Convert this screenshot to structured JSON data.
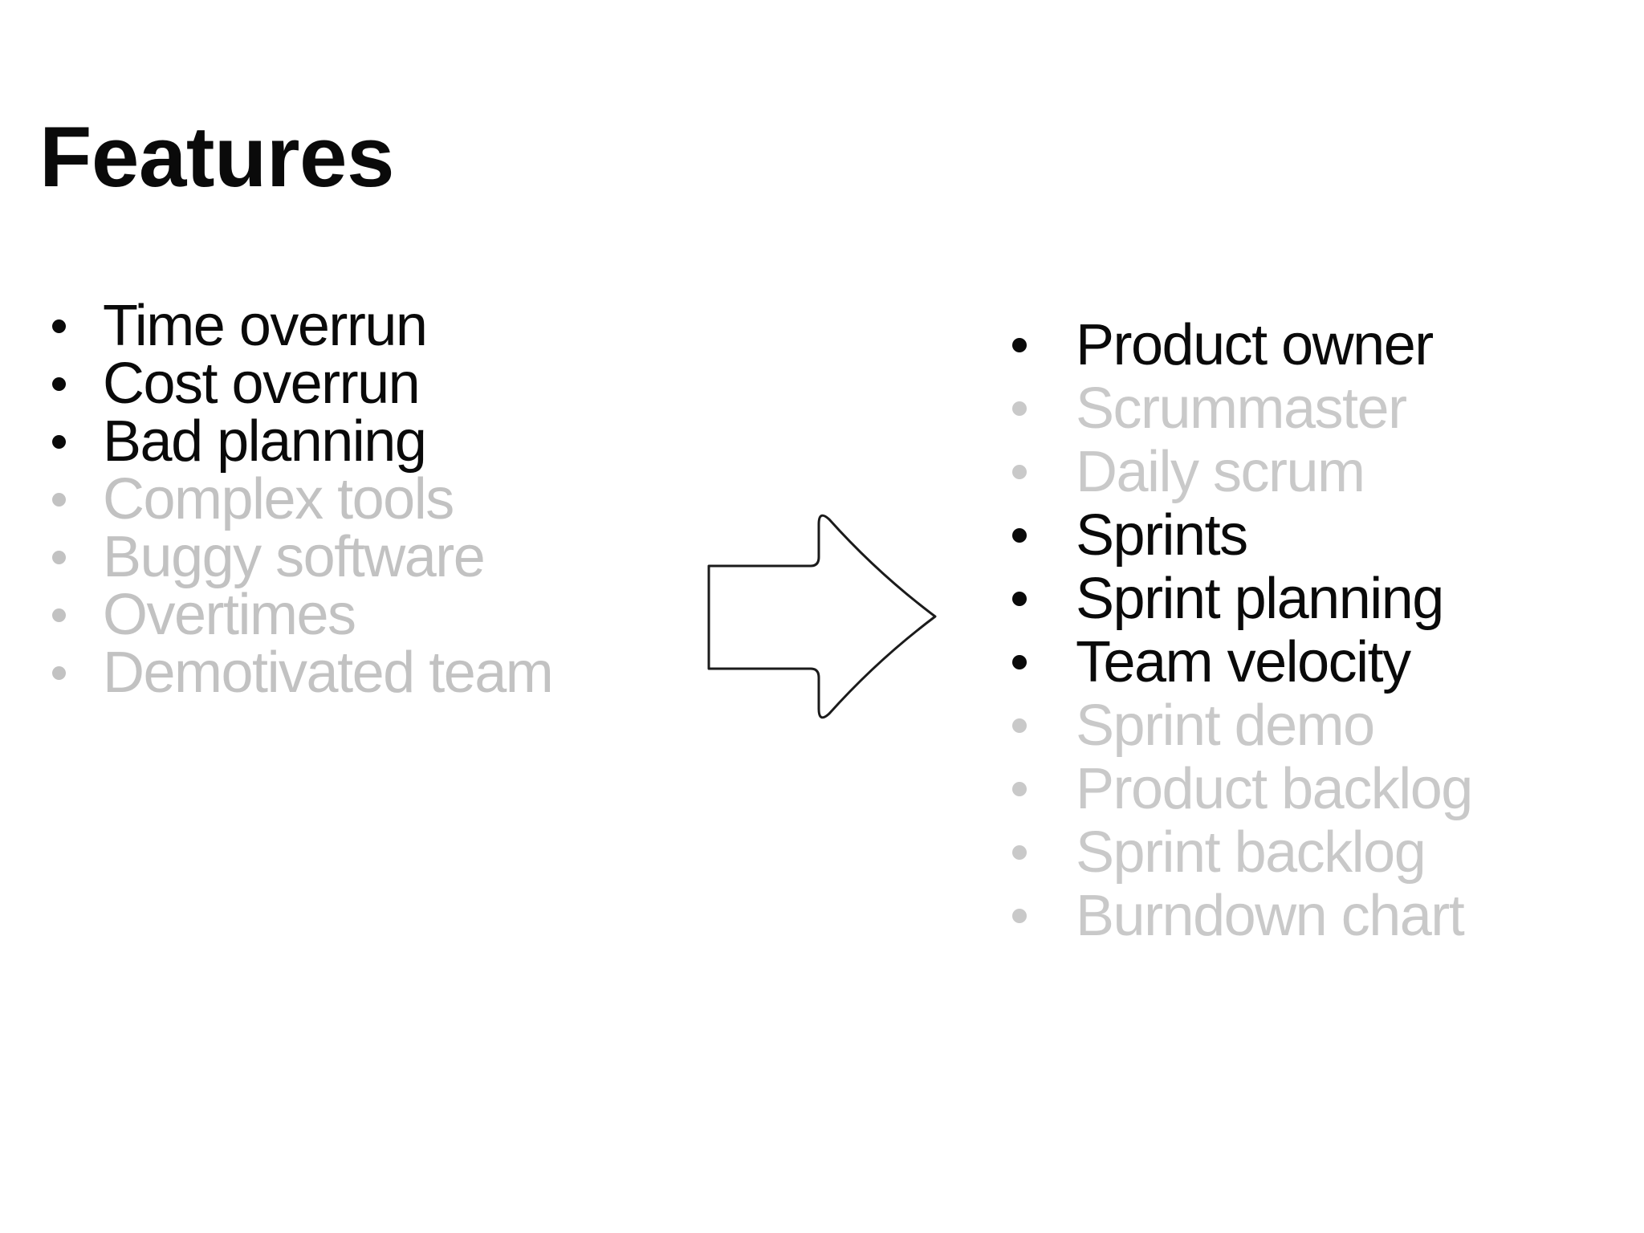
{
  "slide": {
    "title": "Features",
    "left_list": {
      "items": [
        {
          "label": "Time overrun",
          "state": "active"
        },
        {
          "label": "Cost overrun",
          "state": "active"
        },
        {
          "label": "Bad planning",
          "state": "active"
        },
        {
          "label": "Complex tools",
          "state": "dimmed"
        },
        {
          "label": "Buggy software",
          "state": "dimmed"
        },
        {
          "label": "Overtimes",
          "state": "dimmed"
        },
        {
          "label": "Demotivated team",
          "state": "dimmed"
        }
      ]
    },
    "arrow": {
      "direction": "right",
      "style": "outlined-block-arrow"
    },
    "right_list": {
      "items": [
        {
          "label": "Product owner",
          "state": "active"
        },
        {
          "label": "Scrummaster",
          "state": "dimmed"
        },
        {
          "label": "Daily scrum",
          "state": "dimmed"
        },
        {
          "label": "Sprints",
          "state": "active"
        },
        {
          "label": "Sprint planning",
          "state": "active"
        },
        {
          "label": "Team velocity",
          "state": "active"
        },
        {
          "label": "Sprint demo",
          "state": "dimmed"
        },
        {
          "label": "Product backlog",
          "state": "dimmed"
        },
        {
          "label": "Sprint backlog",
          "state": "dimmed"
        },
        {
          "label": "Burndown chart",
          "state": "dimmed"
        }
      ]
    },
    "colors": {
      "background": "#ffffff",
      "text_active": "#0a0a0a",
      "text_dimmed_left": "#c2c2c2",
      "text_dimmed_right": "#c9c9c9",
      "arrow_outline": "#1b1b1b",
      "arrow_fill": "#ffffff"
    }
  }
}
